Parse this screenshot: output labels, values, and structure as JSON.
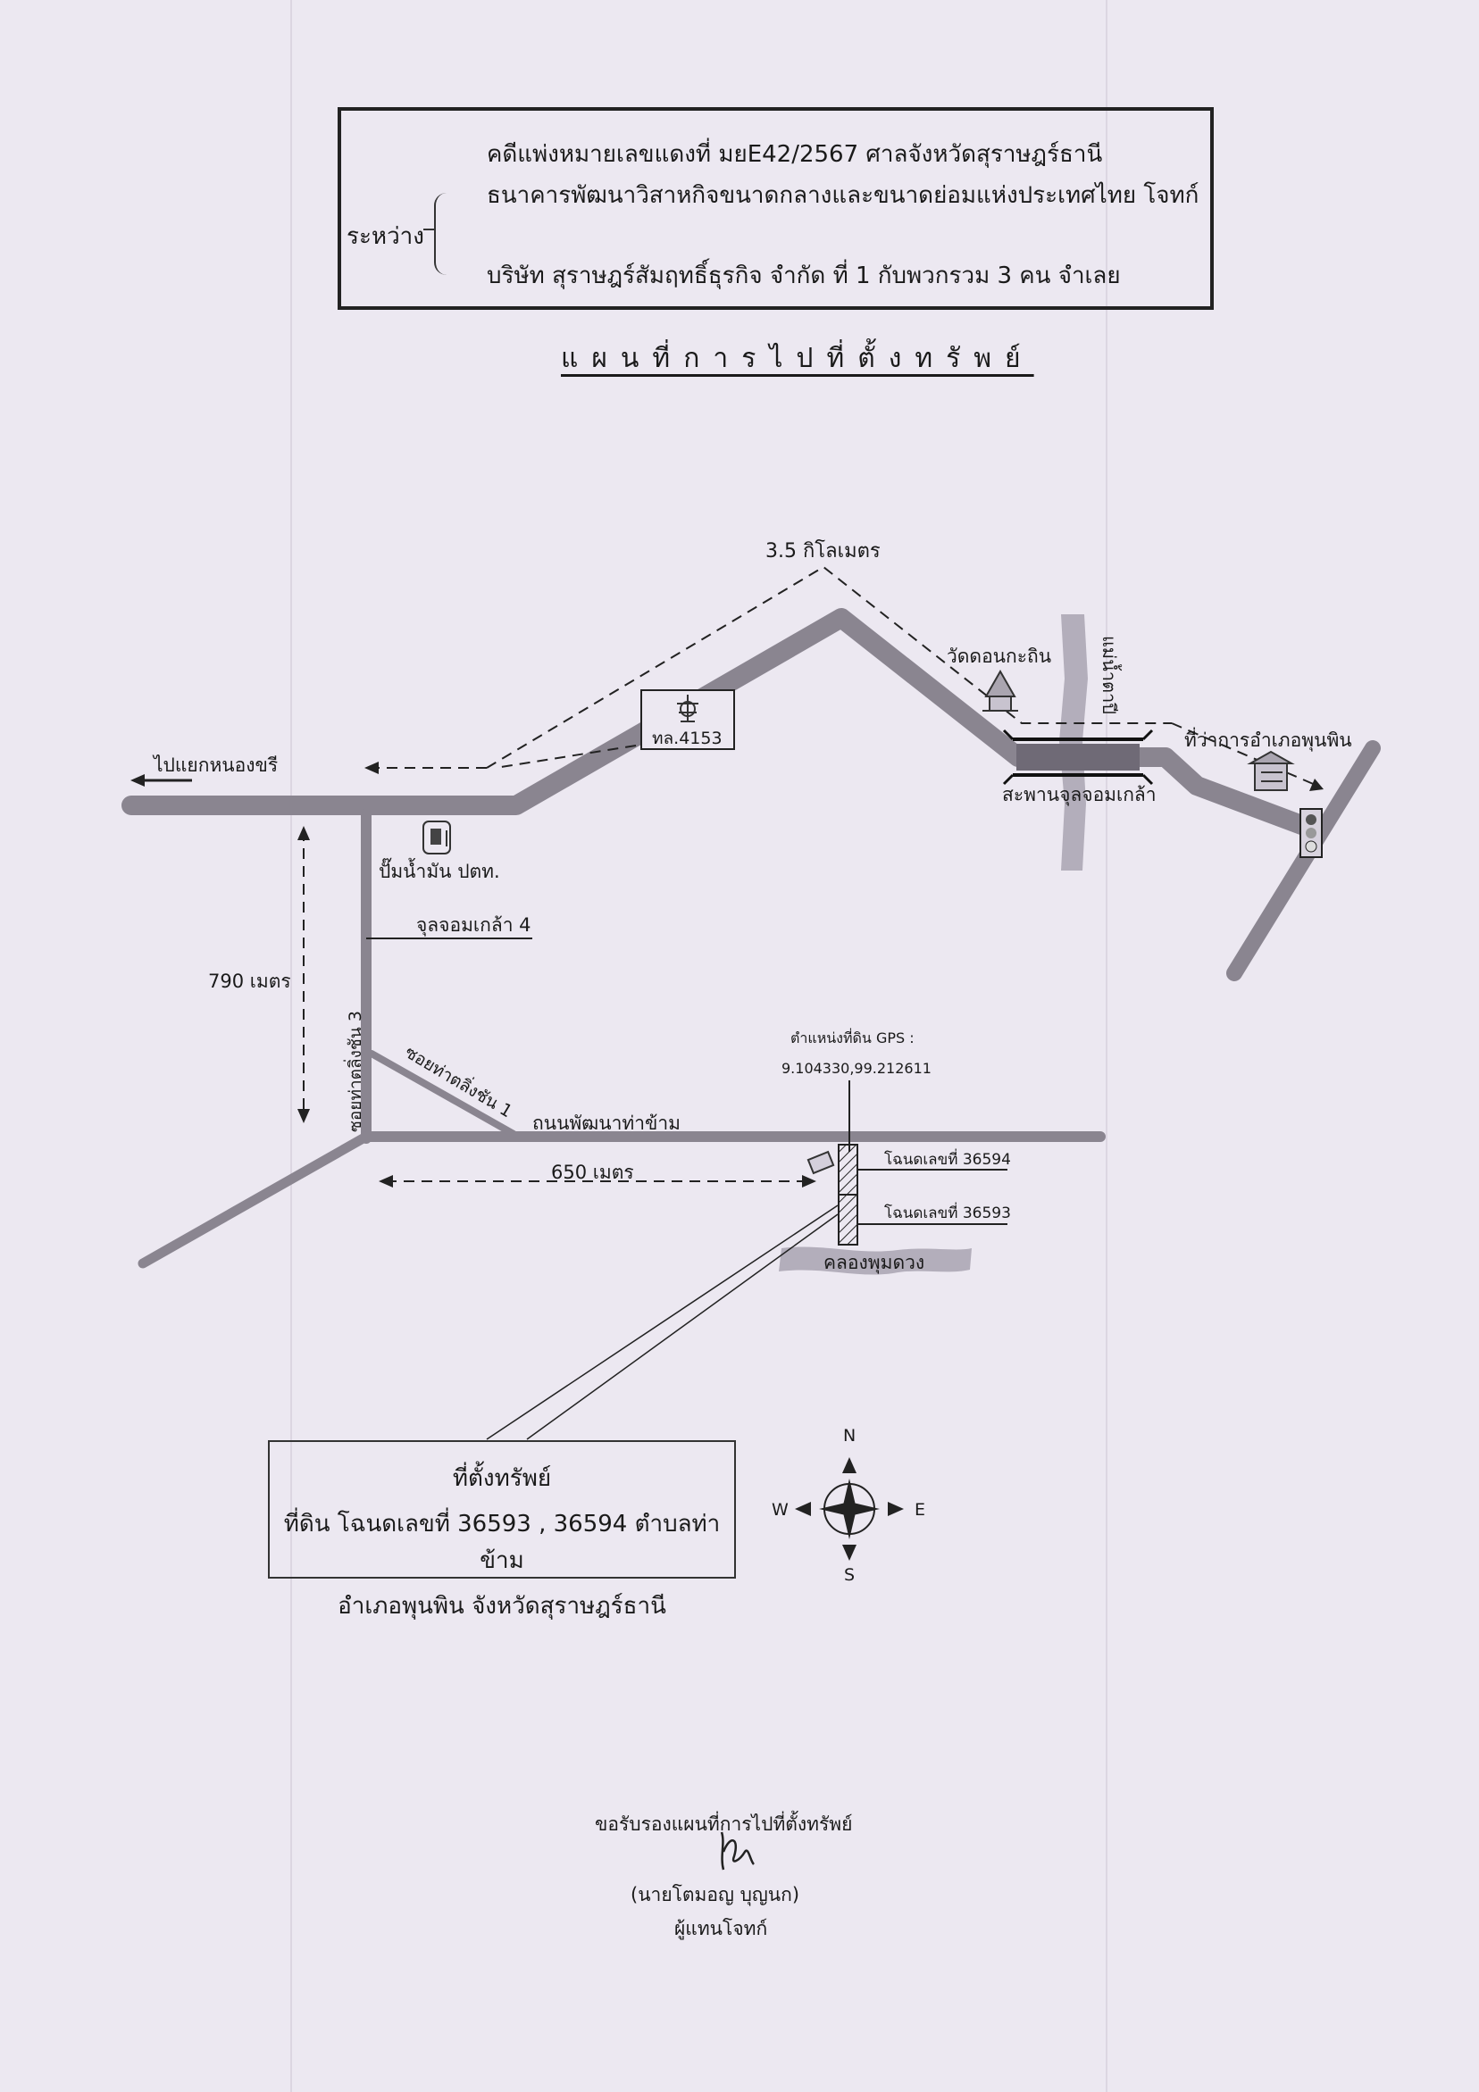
{
  "header": {
    "case_line": "คดีแพ่งหมายเลขแดงที่  มยE42/2567   ศาลจังหวัดสุราษฎร์ธานี",
    "between_label": "ระหว่าง",
    "plaintiff_line": "ธนาคารพัฒนาวิสาหกิจขนาดกลางและขนาดย่อมแห่งประเทศไทย  โจทก์",
    "defendant_line": "บริษัท สุราษฎร์สัมฤทธิ์ธุรกิจ จำกัด  ที่  1  กับพวกรวม 3 คน        จำเลย"
  },
  "title": "แผนที่การไปที่ตั้งทรัพย์",
  "map": {
    "distance_top": "3.5 กิโลเมตร",
    "to_junction": "ไปแยกหนองขรี",
    "highway_sign": "ทล.4153",
    "temple": "วัดดอนกะถิน",
    "river": "แม่น้ำตาปี",
    "district_office": "ที่ว่าการอำเภอพุนพิน",
    "bridge": "สะพานจุลจอมเกล้า",
    "gas_station": "ปั๊มน้ำมัน ปตท.",
    "soi_chulachomklao": "จุลจอมเกล้า 4",
    "distance_left": "790 เมตร",
    "soi_3": "ซอยท่าตลิ่งชัน 3",
    "soi_1": "ซอยท่าตลิ่งชัน 1",
    "road_main": "ถนนพัฒนาท่าข้าม",
    "gps_label": "ตำแหน่งที่ดิน GPS :",
    "gps_value": "9.104330,99.212611",
    "distance_bottom": "650 เมตร",
    "deed_1": "โฉนดเลขที่ 36594",
    "deed_2": "โฉนดเลขที่ 36593",
    "canal": "คลองพุมดวง",
    "compass": {
      "n": "N",
      "s": "S",
      "e": "E",
      "w": "W"
    },
    "road_color": "#8a8590",
    "river_color": "#b3aebb"
  },
  "property": {
    "title": "ที่ตั้งทรัพย์",
    "line1": "ที่ดิน โฉนดเลขที่ 36593 , 36594 ตำบลท่าข้าม",
    "line2": "อำเภอพุนพิน จังหวัดสุราษฎร์ธานี"
  },
  "footer": {
    "certify": "ขอรับรองแผนที่การไปที่ตั้งทรัพย์",
    "name": "(นายโตมอญ   บุญนก)",
    "role": "ผู้แทนโจทก์"
  }
}
